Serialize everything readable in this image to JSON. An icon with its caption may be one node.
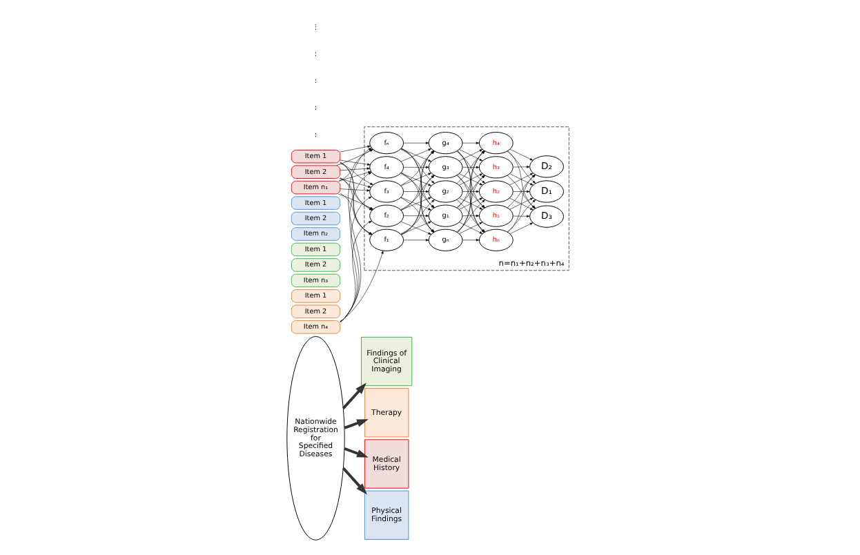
{
  "diagram": {
    "nodes": [
      {
        "text": [
          "Nationwide Registration for Specified Diseases"
        ]
      },
      {
        "text": [
          "Medical History"
        ]
      },
      {
        "text": [
          "Item 1"
        ]
      },
      {
        "text": [
          "Item 2"
        ]
      },
      {
        "text": [
          "Item n₁"
        ]
      },
      {
        "text": [
          "Physical Findings"
        ]
      },
      {
        "text": [
          "Item 1"
        ]
      },
      {
        "text": [
          "Item 2"
        ]
      },
      {
        "text": [
          "Item n₂"
        ]
      },
      {
        "text": [
          "Findings of Clinical Imaging"
        ]
      },
      {
        "text": [
          "Item 1"
        ]
      },
      {
        "text": [
          "Item 2"
        ]
      },
      {
        "text": [
          "Item n₃"
        ]
      },
      {
        "text": [
          "Therapy"
        ]
      },
      {
        "text": [
          "Item 1"
        ]
      },
      {
        "text": [
          "Item 2"
        ]
      },
      {
        "text": [
          "Item n₄"
        ]
      },
      {
        "text": [
          "n=n₁+n₂+n₃+n₄"
        ]
      },
      {
        "text": [
          "f₁"
        ],
        "in": 17
      },
      {
        "text": [
          "f₂"
        ],
        "in": 17
      },
      {
        "text": [
          "f₃"
        ],
        "in": 17
      },
      {
        "text": [
          "f₄"
        ],
        "in": 17
      },
      {
        "text": [
          "fₙ"
        ],
        "in": 17
      },
      {
        "text": [
          "g₁"
        ],
        "in": 17
      },
      {
        "text": [
          "g₂"
        ],
        "in": 17
      },
      {
        "text": [
          "g₃"
        ],
        "in": 17
      },
      {
        "text": [
          "g₄"
        ],
        "in": 17
      },
      {
        "text": [
          "gₙ"
        ],
        "in": 17
      },
      {
        "text": [
          "h₁"
        ],
        "in": 17
      },
      {
        "text": [
          "h₂"
        ],
        "in": 17
      },
      {
        "text": [
          "h₃"
        ],
        "in": 17
      },
      {
        "text": [
          "h₄"
        ],
        "in": 17
      },
      {
        "text": [
          "hₙ"
        ],
        "in": 17
      },
      {
        "text": [
          "D₁"
        ],
        "in": 17
      },
      {
        "text": [
          "D₂"
        ],
        "in": 17
      },
      {
        "text": [
          "D₃"
        ],
        "in": 17
      }
    ],
    "edges": [
      {
        "from": 0,
        "to": 1,
        "arrow": "to",
        "style": "thick"
      },
      {
        "from": 0,
        "to": 5,
        "arrow": "to",
        "style": "thick"
      },
      {
        "from": 0,
        "to": 9,
        "arrow": "to",
        "style": "thick"
      },
      {
        "from": 0,
        "to": 13,
        "arrow": "to",
        "style": "thick"
      },
      {
        "from": 2,
        "to": 18,
        "arrow": "to"
      },
      {
        "from": 2,
        "to": 19,
        "arrow": "to"
      },
      {
        "from": 2,
        "to": 20,
        "arrow": "to"
      },
      {
        "from": 2,
        "to": 21,
        "arrow": "to"
      },
      {
        "from": 2,
        "to": 22,
        "arrow": "to"
      },
      {
        "from": 3,
        "to": 18,
        "arrow": "to"
      },
      {
        "from": 3,
        "to": 19,
        "arrow": "to"
      },
      {
        "from": 3,
        "to": 20,
        "arrow": "to"
      },
      {
        "from": 3,
        "to": 21,
        "arrow": "to"
      },
      {
        "from": 3,
        "to": 22,
        "arrow": "to"
      },
      {
        "from": 4,
        "to": 18,
        "arrow": "to"
      },
      {
        "from": 4,
        "to": 19,
        "arrow": "to"
      },
      {
        "from": 4,
        "to": 20,
        "arrow": "to"
      },
      {
        "from": 4,
        "to": 21,
        "arrow": "to"
      },
      {
        "from": 4,
        "to": 22,
        "arrow": "to"
      },
      {
        "from": 16,
        "to": 18,
        "arrow": "to"
      },
      {
        "from": 16,
        "to": 19,
        "arrow": "to"
      },
      {
        "from": 16,
        "to": 20,
        "arrow": "to"
      },
      {
        "from": 16,
        "to": 21,
        "arrow": "to"
      },
      {
        "from": 16,
        "to": 22,
        "arrow": "to"
      },
      {
        "from": 18,
        "to": 23,
        "arrow": "to"
      },
      {
        "from": 18,
        "to": 24,
        "arrow": "to"
      },
      {
        "from": 18,
        "to": 25,
        "arrow": "to"
      },
      {
        "from": 18,
        "to": 26,
        "arrow": "to"
      },
      {
        "from": 18,
        "to": 27,
        "arrow": "to"
      },
      {
        "from": 19,
        "to": 23,
        "arrow": "to"
      },
      {
        "from": 19,
        "to": 24,
        "arrow": "to"
      },
      {
        "from": 19,
        "to": 25,
        "arrow": "to"
      },
      {
        "from": 19,
        "to": 26,
        "arrow": "to"
      },
      {
        "from": 19,
        "to": 27,
        "arrow": "to"
      },
      {
        "from": 20,
        "to": 23,
        "arrow": "to"
      },
      {
        "from": 20,
        "to": 24,
        "arrow": "to"
      },
      {
        "from": 20,
        "to": 25,
        "arrow": "to"
      },
      {
        "from": 20,
        "to": 26,
        "arrow": "to"
      },
      {
        "from": 20,
        "to": 27,
        "arrow": "to"
      },
      {
        "from": 21,
        "to": 23,
        "arrow": "to"
      },
      {
        "from": 21,
        "to": 24,
        "arrow": "to"
      },
      {
        "from": 21,
        "to": 25,
        "arrow": "to"
      },
      {
        "from": 21,
        "to": 26,
        "arrow": "to"
      },
      {
        "from": 21,
        "to": 27,
        "arrow": "to"
      },
      {
        "from": 22,
        "to": 23,
        "arrow": "to"
      },
      {
        "from": 22,
        "to": 24,
        "arrow": "to"
      },
      {
        "from": 22,
        "to": 25,
        "arrow": "to"
      },
      {
        "from": 22,
        "to": 26,
        "arrow": "to"
      },
      {
        "from": 22,
        "to": 27,
        "arrow": "to"
      },
      {
        "from": 23,
        "to": 28,
        "arrow": "to"
      },
      {
        "from": 23,
        "to": 29,
        "arrow": "to"
      },
      {
        "from": 23,
        "to": 30,
        "arrow": "to"
      },
      {
        "from": 23,
        "to": 31,
        "arrow": "to"
      },
      {
        "from": 23,
        "to": 32,
        "arrow": "to"
      },
      {
        "from": 24,
        "to": 28,
        "arrow": "to"
      },
      {
        "from": 24,
        "to": 29,
        "arrow": "to"
      },
      {
        "from": 24,
        "to": 30,
        "arrow": "to"
      },
      {
        "from": 24,
        "to": 31,
        "arrow": "to"
      },
      {
        "from": 24,
        "to": 32,
        "arrow": "to"
      },
      {
        "from": 25,
        "to": 28,
        "arrow": "to"
      },
      {
        "from": 25,
        "to": 29,
        "arrow": "to"
      },
      {
        "from": 25,
        "to": 30,
        "arrow": "to"
      },
      {
        "from": 25,
        "to": 31,
        "arrow": "to"
      },
      {
        "from": 25,
        "to": 32,
        "arrow": "to"
      },
      {
        "from": 26,
        "to": 28,
        "arrow": "to"
      },
      {
        "from": 26,
        "to": 29,
        "arrow": "to"
      },
      {
        "from": 26,
        "to": 30,
        "arrow": "to"
      },
      {
        "from": 26,
        "to": 31,
        "arrow": "to"
      },
      {
        "from": 26,
        "to": 32,
        "arrow": "to"
      },
      {
        "from": 27,
        "to": 28,
        "arrow": "to"
      },
      {
        "from": 27,
        "to": 29,
        "arrow": "to"
      },
      {
        "from": 27,
        "to": 30,
        "arrow": "to"
      },
      {
        "from": 27,
        "to": 31,
        "arrow": "to"
      },
      {
        "from": 27,
        "to": 32,
        "arrow": "to"
      },
      {
        "from": 28,
        "to": 33,
        "arrow": "to"
      },
      {
        "from": 28,
        "to": 34,
        "arrow": "to"
      },
      {
        "from": 28,
        "to": 35,
        "arrow": "to"
      },
      {
        "from": 29,
        "to": 33,
        "arrow": "to"
      },
      {
        "from": 29,
        "to": 34,
        "arrow": "to"
      },
      {
        "from": 29,
        "to": 35,
        "arrow": "to"
      },
      {
        "from": 30,
        "to": 33,
        "arrow": "to"
      },
      {
        "from": 30,
        "to": 34,
        "arrow": "to"
      },
      {
        "from": 30,
        "to": 35,
        "arrow": "to"
      },
      {
        "from": 31,
        "to": 33,
        "arrow": "to"
      },
      {
        "from": 31,
        "to": 34,
        "arrow": "to"
      },
      {
        "from": 31,
        "to": 35,
        "arrow": "to"
      },
      {
        "from": 32,
        "to": 33,
        "arrow": "to"
      },
      {
        "from": 32,
        "to": 34,
        "arrow": "to"
      },
      {
        "from": 32,
        "to": 35,
        "arrow": "to"
      }
    ],
    "labels": [
      ":",
      ":",
      ":",
      ":",
      "⋮"
    ]
  }
}
